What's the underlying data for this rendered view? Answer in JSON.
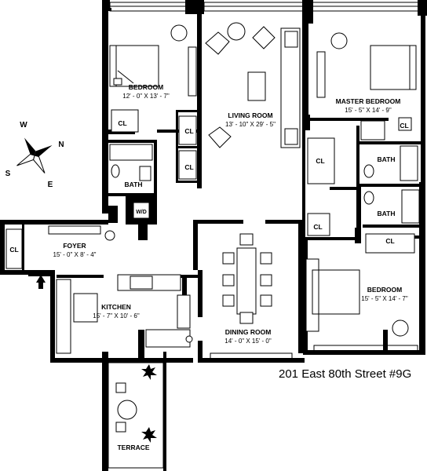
{
  "rooms": {
    "bedroom1": {
      "name": "BEDROOM",
      "dims": "12' - 0\" X 13' - 7\""
    },
    "living": {
      "name": "LIVING ROOM",
      "dims": "13' - 10\" X 29' - 5\""
    },
    "master": {
      "name": "MASTER BEDROOM",
      "dims": "15' - 5\" X 14' - 9\""
    },
    "foyer": {
      "name": "FOYER",
      "dims": "15' - 0\" X 8' - 4\""
    },
    "kitchen": {
      "name": "KITCHEN",
      "dims": "15' - 7\" X 10' - 6\""
    },
    "dining": {
      "name": "DINING ROOM",
      "dims": "14' - 0\" X 15' - 0\""
    },
    "bedroom2": {
      "name": "BEDROOM",
      "dims": "15' - 5\" X 14' - 7\""
    },
    "terrace": {
      "name": "TERRACE"
    }
  },
  "small_labels": {
    "cl": "CL",
    "bath": "BATH",
    "wd": "W/D"
  },
  "compass": {
    "n": "N",
    "s": "S",
    "e": "E",
    "w": "W"
  },
  "address": "201 East 80th Street #9G"
}
